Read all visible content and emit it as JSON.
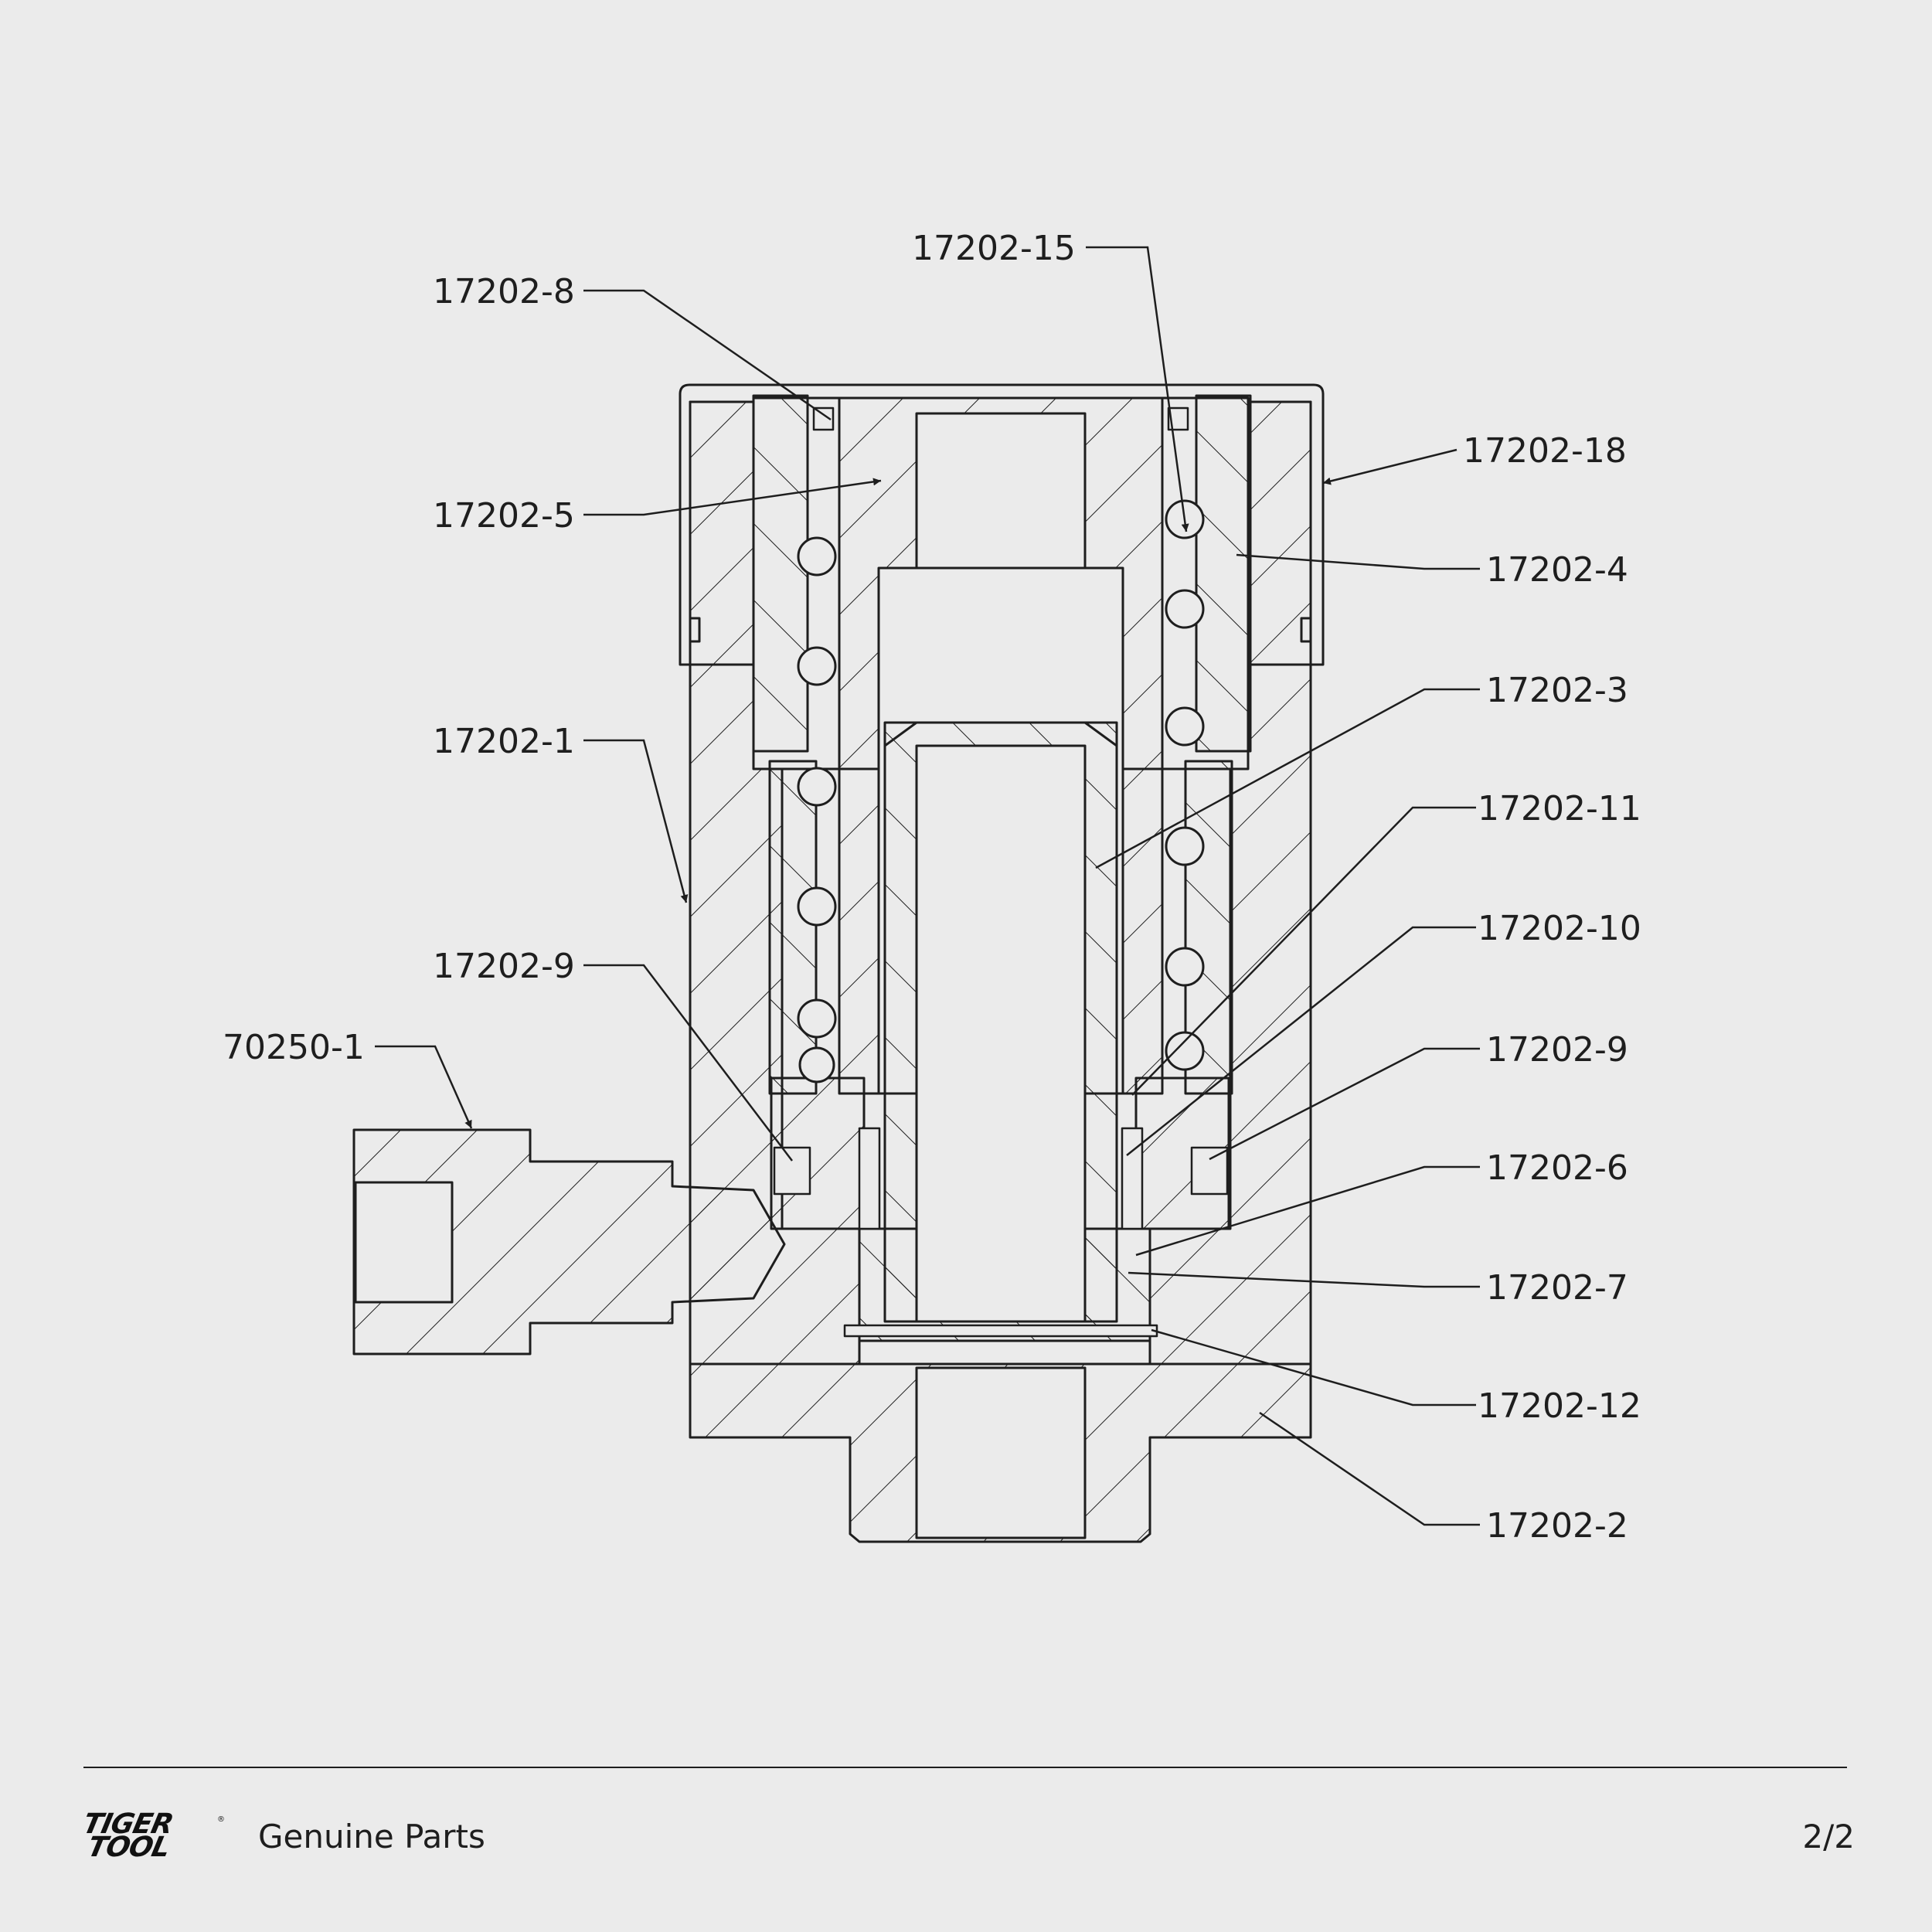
{
  "diagram": {
    "callouts": [
      {
        "id": "c-17202-15",
        "label": "17202-15"
      },
      {
        "id": "c-17202-8",
        "label": "17202-8"
      },
      {
        "id": "c-17202-18",
        "label": "17202-18"
      },
      {
        "id": "c-17202-5",
        "label": "17202-5"
      },
      {
        "id": "c-17202-4",
        "label": "17202-4"
      },
      {
        "id": "c-17202-3",
        "label": "17202-3"
      },
      {
        "id": "c-17202-1",
        "label": "17202-1"
      },
      {
        "id": "c-17202-11",
        "label": "17202-11"
      },
      {
        "id": "c-17202-10",
        "label": "17202-10"
      },
      {
        "id": "c-17202-9-left",
        "label": "17202-9"
      },
      {
        "id": "c-17202-9-right",
        "label": "17202-9"
      },
      {
        "id": "c-70250-1",
        "label": "70250-1"
      },
      {
        "id": "c-17202-6",
        "label": "17202-6"
      },
      {
        "id": "c-17202-7",
        "label": "17202-7"
      },
      {
        "id": "c-17202-12",
        "label": "17202-12"
      },
      {
        "id": "c-17202-2",
        "label": "17202-2"
      }
    ]
  },
  "footer": {
    "logo_line1": "TIGER",
    "logo_line2": "TOOL",
    "logo_reg": "®",
    "tagline": "Genuine Parts",
    "page": "2/2"
  },
  "colors": {
    "background": "#ebebeb",
    "ink": "#1e1e1e"
  }
}
